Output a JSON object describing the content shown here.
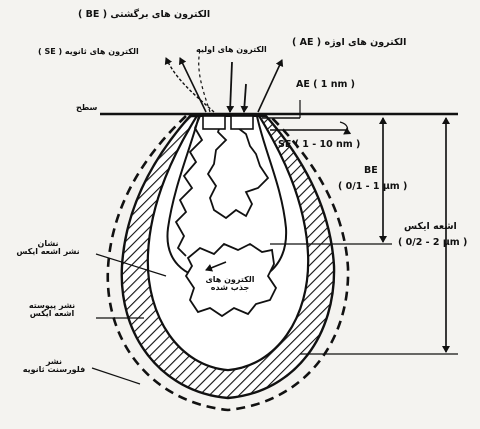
{
  "labels": {
    "be_top": "الکترون های برگشتی ( BE )",
    "se_top": "الکترون های ثانویه ( SE )",
    "primary": "الکترون های اولیه",
    "ae_top": "الکترون های اوژه ( AE )",
    "surface": "سطح",
    "ae_depth": "AE ( 1 nm )",
    "se_depth": "SE ( 1 - 10 nm )",
    "be_name": "BE",
    "be_depth": "( 0/1 - 1 µm )",
    "xray_name": "اشعه ایکس",
    "xray_depth": "( 0/2 - 2 µm )",
    "absorbed_line1": "الکترون های",
    "absorbed_line2": "جذب شده",
    "char_xray_line1": "نشان",
    "char_xray_line2": "نشر اشعه ایکس",
    "cont_xray_line1": "نشر پیوسته",
    "cont_xray_line2": "اشعه ایکس",
    "fluor_line1": "نشر",
    "fluor_line2": "فلورسنت ثانویه"
  },
  "colors": {
    "ink": "#111111",
    "paper": "#f4f3f0"
  }
}
